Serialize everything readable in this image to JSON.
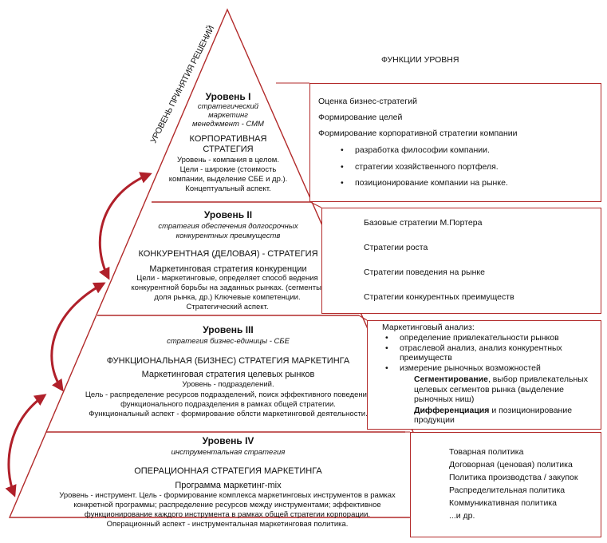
{
  "vertical_label": "Уровень принятия решений",
  "func_header": "Функции уровня",
  "levels": [
    {
      "title": "Уровень I",
      "subtitle": [
        "стратегический",
        "маркетинг",
        "менеджмент - СММ"
      ],
      "strategy": [
        "КОРПОРАТИВНАЯ",
        "СТРАТЕГИЯ"
      ],
      "desc": [
        "Уровень - компания в целом.",
        "Цели - широкие (стоимость",
        "компании, выделение СБЕ и др.).",
        "Концептуальный аспект."
      ],
      "functions": {
        "lines": [
          "Оценка бизнес-стратегий",
          "Формирование целей",
          "Формирование корпоративной стратегии компании"
        ],
        "bullets": [
          "разработка философии компании.",
          "стратегии хозяйственного портфеля.",
          "позиционирование компании на рынке."
        ]
      }
    },
    {
      "title": "Уровень II",
      "subtitle": [
        "стратегия обеспечения долгосрочных",
        "конкурентных преимуществ"
      ],
      "strategy": [
        "КОНКУРЕНТНАЯ (ДЕЛОВАЯ) - СТРАТЕГИЯ"
      ],
      "strategy_name": "Маркетинговая стратегия конкуренции",
      "desc": [
        "Цели - маркетинговые, определяет способ ведения",
        "конкурентной борьбы на заданных рынках. (сегменты,",
        "доля рынка, др.) Ключевые компетенции.",
        "Стратегический аспект."
      ],
      "functions": {
        "lines": [
          "Базовые стратегии М.Портера",
          "Стратегии роста",
          "Стратегии поведения на рынке",
          "Стратегии конкурентных преимуществ"
        ]
      }
    },
    {
      "title": "Уровень III",
      "subtitle": [
        "стратегия бизнес-единицы - СБЕ"
      ],
      "strategy": [
        "ФУНКЦИОНАЛЬНАЯ (БИЗНЕС) СТРАТЕГИЯ МАРКЕТИНГА"
      ],
      "strategy_name": "Маркетинговая стратегия целевых рынков",
      "desc": [
        "Уровень - подразделений.",
        "Цель - распределение ресурсов подразделений, поиск эффективного поведения",
        "функционального подразделения в рамках общей стратегии.",
        "Функциональный аспект - формирование облсти маркетинговой деятельности."
      ],
      "functions": {
        "heading": "Маркетинговый анализ:",
        "bullets": [
          "определение привлекательности рынков",
          "отраслевой анализ, анализ конкурентных",
          "преимуществ",
          "измерение рыночных возможностей"
        ],
        "seg_bold": "Сегментирование",
        "seg_rest": ", выбор привлекательных",
        "seg_lines": [
          "целевых сегментов рынка (выделение",
          "рыночных ниш)"
        ],
        "diff_bold": "Дифференциация",
        "diff_rest": " и позиционирование",
        "diff_lines": [
          "продукции"
        ]
      }
    },
    {
      "title": "Уровень IV",
      "subtitle": [
        "инструментальная стратегия"
      ],
      "strategy": [
        "ОПЕРАЦИОННАЯ СТРАТЕГИЯ МАРКЕТИНГА"
      ],
      "strategy_name": "Программа маркетинг-mix",
      "desc": [
        "Уровень - инструмент. Цель - формирование комплекса маркетинговых инструментов в рамках",
        "конкретной программы; распределение ресурсов между инструментами; эффективное",
        "функционирование каждого инструмента в рамках общей стратегии корпорации.",
        "Операционный аспект - инструментальная маркетинговая политика."
      ],
      "functions": {
        "lines": [
          "Товарная политика",
          "Договорная (ценовая) политика",
          "Политика производства / закупок",
          "Распределительная политика",
          "Коммуникативная политика",
          "...и др."
        ]
      }
    }
  ],
  "colors": {
    "border": "#b22a2a",
    "arrow": "#b0202a",
    "text": "#111111"
  }
}
